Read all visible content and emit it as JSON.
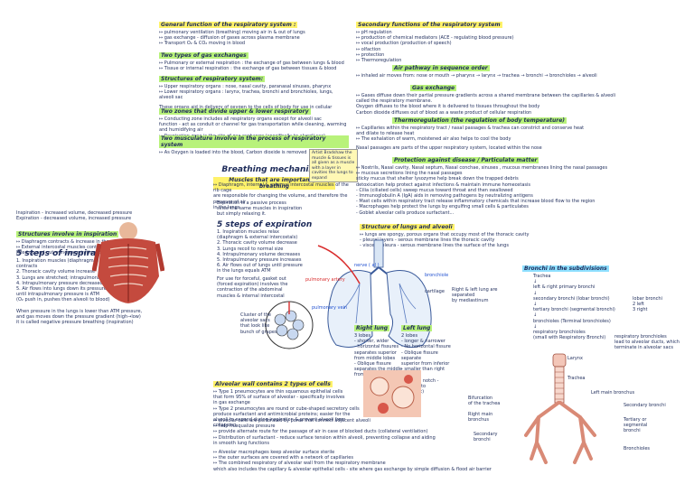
{
  "left_col": {
    "general": {
      "heading": "General function of the respiratory system :",
      "lines": "↦ pulmonary ventilation (breathing) moving air in & out of lungs\n↦ gas exchange - diffusion of gases across plasma membrane\n↦ Transport O₂ & CO₂ moving in blood"
    },
    "two_types": {
      "heading": "Two types of gas exchanges",
      "lines": "↦ Pulmonary or external respiration : the exchange of gas between lungs & blood\n↦ Tissue or internal respiration : the exchange of gas between tissues & blood"
    },
    "structures": {
      "heading": "Structures of respiratory system:",
      "lines": "↦ Upper respiratory organs : nose, nasal cavity, paranasal sinuses, pharynx\n↦ Lower respiratory organs : larynx, trachea, bronchi and bronchioles, lungs, alveoli sac",
      "note": "These organs aid in delivery of oxygen to the cells of body for use in cellular respiration"
    },
    "zones": {
      "heading": "Two zones that divide upper & lower respiratory",
      "lines": "↦ Conducting zone includes all respiratory organs except for alveoli sac\n   function - act as conduit or channel for gas transportation while cleaning, warming\n   and humidifying air\n↦ Respiration zone is the site of gas exchange (specifically to alveoli sac)"
    },
    "muscles": {
      "heading": "Two musculature involve in the process of respiratory system",
      "lines": "↦ As Oxygen is loaded into the blood, Carbon dioxide is removed"
    },
    "insp_exp": "Inspiration - increased volume, decreased pressure\nExpiration - decreased volume, increased pressure",
    "struct_insp": {
      "heading": "Structures involve in inspiration",
      "lines": "↦ Diaphragm contracts & increase in thoracic volume\n↦ External intercostal muscles contracts as rib cage\n  lifted up and out ⇨ increase in thoracic volume"
    },
    "five_steps_insp": {
      "heading": "5 steps of inspiration",
      "lines": "1. Inspiration muscles (diaphragm & external intercostals)\n   contracts\n2. Thoracic cavity volume increase\n3. Lungs are stretched; intrapulmonary volume increases\n4. Intrapulmonary pressure decreased\n5. Air flows into lungs down its pressure gradient\n   until intrapulmonary pressure is ATM\n   (O₂ push in, pushes then alveoli to blood)"
    },
    "bottom_note": "When pressure in the lungs is lower than ATM pressure,\nand gas moves down the pressure gradient (high→low)\nit is called negative pressure breathing (inspiration)"
  },
  "middle_col": {
    "breathing_heading": "Breathing mechanisms",
    "breathing_sub": "Muscles that are important in breathing",
    "breathing_lines": "↦ Diaphragm, internal & external intercostal muscles of the rib cage\n  are responsible for changing the volume, and therefore the pressure of air\n  in the lungs",
    "note_box": "Artist Bradshaw\nthe muscle & tissues\nis all given as a muscle\nwith a layer in cavities\nthe lungs to expand",
    "exp_intro": "Expiration is a passive process\nsince the same muscles in inspiration\nbut simply relaxing it.",
    "five_steps_exp": {
      "heading": "5 steps of expiration",
      "lines": "1. Inspiration muscles relax\n   (diaphragm & external intercostals)\n2. Thoracic cavity volume decrease\n3. Lungs recoil to normal size\n4. Intrapulmonary volume decreases\n5. Intrapulmonary pressure increases\n6. Air flows out of lungs until pressure\n   in the lungs equals ATM"
    },
    "forced": "For use for forceful, gasket out\n(forced expiration) involves the\ncontraction of the abdominal\nmuscles & internal intercostal"
  },
  "right_col": {
    "secondary": {
      "heading": "Secondary functions of the respiratory system",
      "lines": "↦ pH regulation\n↦ production of chemical mediators (ACE - regulating blood pressure)\n↦ vocal production (production of speech)\n↦ olfaction\n↦ protection\n↦ Thermoregulation"
    },
    "airway": {
      "heading": "Air pathway in sequence order",
      "line": "↦ inhaled air moves from: nose or mouth → pharynx → larynx → trachea → bronchi → bronchioles → alveoli"
    },
    "gas_exchange": {
      "heading": "Gas exchange",
      "lines": "↦ Gases diffuse down their partial pressure gradients across a shared membrane between the capillaries & alveoli\n   called the respiratory membrane.\n   Oxygen diffuses to the blood where it is delivered to tissues throughout the body\n   Carbon dioxide diffuses out of blood as a waste product of cellular respiration"
    },
    "thermo": {
      "heading": "Thermoregulation (the regulation of body temperature)",
      "lines": "↦ Capillaries within the respiratory tract / nasal passages & trachea can constrict and conserve heat\n   and dilate to release heat\n↦ The exhalation of warm, moistened air also helps to cool the body",
      "note": "Nasal passages are parts of the upper respiratory system, located within the nose"
    },
    "protection": {
      "heading": "Protection against disease / Particulate matter",
      "lines": "↦ Nostrils, Nasal cavity, Nasal septum, Nasal conchae, sinuses , mucous membranes lining the nasal passages",
      "bullets": "↦ mucous secretions lining the nasal passages\n   sticky mucus that shelter lysozyme help break down the trapped debris\n      detoxication help protect against infections & maintain immune homeostasis\n   - Cilia (ciliated cells) sweep mucus toward throat and then swallowed\n   - Immunoglobulin A (IgA) aids in removing pathogens by neutralizing antigens\n   - Mast cells within respiratory tract release inflammatory chemicals that increase blood flow to the region\n   - Macrophages help protect the lungs by engulfing small cells & particulates\n   - Goblet alveolar cells produce surfactant..."
    }
  },
  "lungs": {
    "heading": "Structure of lungs and alveoli",
    "lines": "↦ lungs are spongy, porous organs that occupy most of the thoracic cavity\n  - pleural layers - serous membrane lines the thoracic cavity\n  - visceral pleura - serous membrane lines the surface of the lungs",
    "labels": {
      "trachea": "trachea",
      "nerve": "nerve ( aI )",
      "bronchiole": "bronchiole",
      "cartilage": "cartilage",
      "right_lung": "Right lung",
      "left_lung": "Left lung",
      "right_desc": "3 lobes\n- shorter, wider\n- horizontal fissures\n  separates superior\n  from middle lobes\n- Oblique fissure\n  separates the middle\n  from inferior lobes",
      "left_desc": "2 lobes\n- longer & narrower\n- No horizontal fissure\n- Oblique fissure separate\n  superior from inferior\n- smaller than right lung\n- Cardiac notch - (located to\n  the heart)",
      "note_lr": "Right & left lung are separated\nby mediastinum",
      "alveoli_label": "Cluster of the\nalveolar sacs\nthat look like\nbunch of grapes",
      "pul_artery": "pulmonary artery",
      "pul_vein": "pulmonary vein"
    }
  },
  "alveolar": {
    "heading": "Alveolar wall contains 2 types of cells",
    "lines": "↦ Type 1 pneumocytes are thin squamous epithelial cells\n  that form 95% of surface of alveolar - specifically involves\n  in gas exchange\n↦ Type 2 pneumocytes are round or cube-shaped secretory cells\n  produce surfactant and antimicrobial proteins; easier for the\n  alveoli to expand during inspiration & prevent alveoli from collapsing",
    "extra": "↦ alveolar cells are perforated by pores that connect adjacent alveoli\n  ↦ help in equalize pressure\n  ↦ provide alternate route for the passage of air in case of blocked ducts (collateral ventilation)\n  ↦ Distribution of surfactant - reduce surface tension within alveoli, preventing collapse and aiding\n     in smooth lung functions",
    "bottom": "↦ Alveolar macrophages keep alveolar surface sterile\n↦ the outer surfaces are covered with a network of capillaries\n↦ The combined respiratory of alveolar wall from the respiratory membrane\n   which also includes the capillary & alveolar epithelial cells - site where gas exchange by simple diffusion & flood air barrier"
  },
  "bronchi": {
    "heading": "Bronchi in the subdivisions",
    "lines": "Trachea\n↓\nleft & right primary bronchi\n↓\nsecondary bronchi (lobar bronchi)\n↓\ntertiary bronchi (segmental bronchi)\n↓\nbronchioles (Terminal bronchioles)\n↓\nrespiratory bronchioles\n  (small with Respiratory Bronchi)",
    "side1": "lobar bronchi\n2 left\n3 right",
    "side2": "respiratory bronchioles\nlead to alveolar ducts, which terminate in alveolar sacs",
    "labels": {
      "larynx": "Larynx",
      "trachea": "Trachea",
      "left_main": "Left main bronchus",
      "secondary": "Secondary bronchi",
      "tertiary": "Tertiary or\nsegmental\nbronchi",
      "bronchioles": "Bronchioles",
      "bifurcation": "Bifurcation\nof the trachea",
      "right_main": "Right main\nbronchus",
      "sec_left": "Secondary\nbronchi"
    }
  },
  "colors": {
    "ink": "#1d2b5a",
    "highlight_green": "#b8f27a",
    "highlight_yellow": "#fff26a",
    "highlight_blue": "#8fe0ff",
    "highlight_pink": "#f7b0e0"
  }
}
